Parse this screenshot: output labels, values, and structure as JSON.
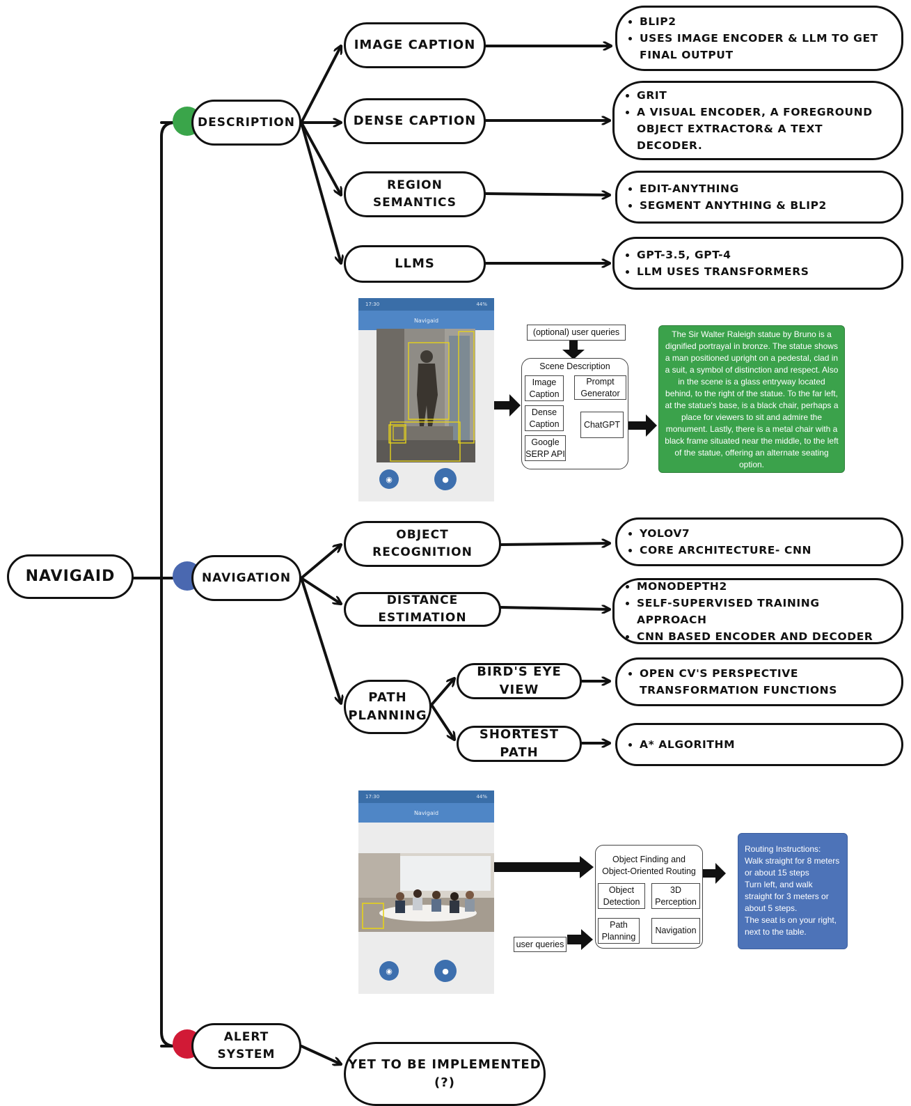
{
  "root": {
    "label": "NAVIGAID"
  },
  "branches": [
    {
      "label": "DESCRIPTION",
      "dot_color": "#3aa54a"
    },
    {
      "label": "NAVIGATION",
      "dot_color": "#4a68b0"
    },
    {
      "label": "ALERT SYSTEM",
      "dot_color": "#d11a36"
    }
  ],
  "description_nodes": [
    {
      "label": "IMAGE CAPTION",
      "details": [
        "BLIP2",
        "USES IMAGE ENCODER & LLM TO GET FINAL OUTPUT"
      ]
    },
    {
      "label": "DENSE CAPTION",
      "details": [
        "GRIT",
        "A VISUAL ENCODER, A FOREGROUND OBJECT EXTRACTOR& A TEXT DECODER."
      ]
    },
    {
      "label": "REGION SEMANTICS",
      "details": [
        "EDIT-ANYTHING",
        "SEGMENT ANYTHING & BLIP2"
      ]
    },
    {
      "label": "LLMS",
      "details": [
        "GPT-3.5, GPT-4",
        "LLM USES TRANSFORMERS"
      ]
    }
  ],
  "navigation_nodes": [
    {
      "label": "OBJECT RECOGNITION",
      "details": [
        "YOLOV7",
        "CORE ARCHITECTURE- CNN"
      ]
    },
    {
      "label": "DISTANCE ESTIMATION",
      "details": [
        "MONODEPTH2",
        "SELF-SUPERVISED TRAINING APPROACH",
        "CNN BASED ENCODER AND DECODER"
      ]
    },
    {
      "label": "PATH\nPLANNING",
      "children": [
        {
          "label": "BIRD'S EYE VIEW",
          "details": [
            "OPEN CV'S PERSPECTIVE TRANSFORMATION FUNCTIONS"
          ]
        },
        {
          "label": "SHORTEST PATH",
          "details": [
            "A* ALGORITHM"
          ]
        }
      ]
    }
  ],
  "alert_nodes": [
    {
      "label": "YET TO BE IMPLEMENTED\n(?)"
    }
  ],
  "figure1": {
    "phone": {
      "status_time": "17:30",
      "status_right": "44%",
      "title": "Navigaid"
    },
    "input_label": "(optional) user queries",
    "group_title": "Scene Description",
    "boxes": [
      "Image\nCaption",
      "Dense\nCaption",
      "Google\nSERP API",
      "Prompt\nGenerator",
      "ChatGPT"
    ],
    "output": "The Sir Walter Raleigh statue by Bruno is a dignified portrayal in bronze. The statue shows a man positioned upright on a pedestal, clad in a suit, a symbol of distinction and respect. Also in the scene is a glass entryway located behind, to the right of the statue. To the far left, at the statue's base, is a black chair, perhaps a place for viewers to sit and admire the monument. Lastly, there is a metal chair with a black frame situated near the middle, to the left of the statue, offering an alternate seating option."
  },
  "figure2": {
    "phone": {
      "status_time": "17:30",
      "status_right": "44%",
      "title": "Navigaid"
    },
    "input_label": "user queries",
    "group_title": "Object Finding and\nObject-Oriented Routing",
    "boxes": [
      "Object\nDetection",
      "3D\nPerception",
      "Path\nPlanning",
      "Navigation"
    ],
    "output": "Routing Instructions:\n   Walk straight for 8 meters or about 15 steps\n   Turn left, and walk straight for 3 meters or about 5 steps.\n   The seat is on your right, next to the table."
  }
}
